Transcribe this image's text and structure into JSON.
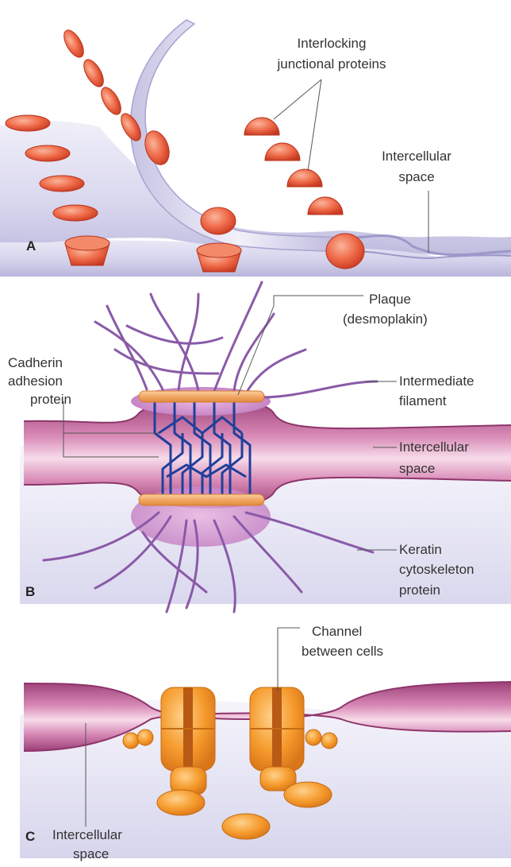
{
  "panels": {
    "a": {
      "letter": "A",
      "label_junctional_1": "Interlocking",
      "label_junctional_2": "junctional proteins",
      "label_space_1": "Intercellular",
      "label_space_2": "space"
    },
    "b": {
      "letter": "B",
      "label_plaque_1": "Plaque",
      "label_plaque_2": "(desmoplakin)",
      "label_cadherin_1": "Cadherin",
      "label_cadherin_2": "adhesion",
      "label_cadherin_3": "protein",
      "label_filament_1": "Intermediate",
      "label_filament_2": "filament",
      "label_space_1": "Intercellular",
      "label_space_2": "space",
      "label_keratin_1": "Keratin",
      "label_keratin_2": "cytoskeleton",
      "label_keratin_3": "protein"
    },
    "c": {
      "letter": "C",
      "label_channel_1": "Channel",
      "label_channel_2": "between cells",
      "label_space_1": "Intercellular",
      "label_space_2": "space"
    }
  },
  "colors": {
    "protein_red": "#e8553a",
    "membrane_lavender": "#d6d3ec",
    "membrane_pink": "#b04d87",
    "filament_purple": "#8a5aa8",
    "cadherin_blue": "#1f3f9a",
    "plaque_orange": "#f2a765",
    "connexin_orange": "#f59a2c"
  }
}
